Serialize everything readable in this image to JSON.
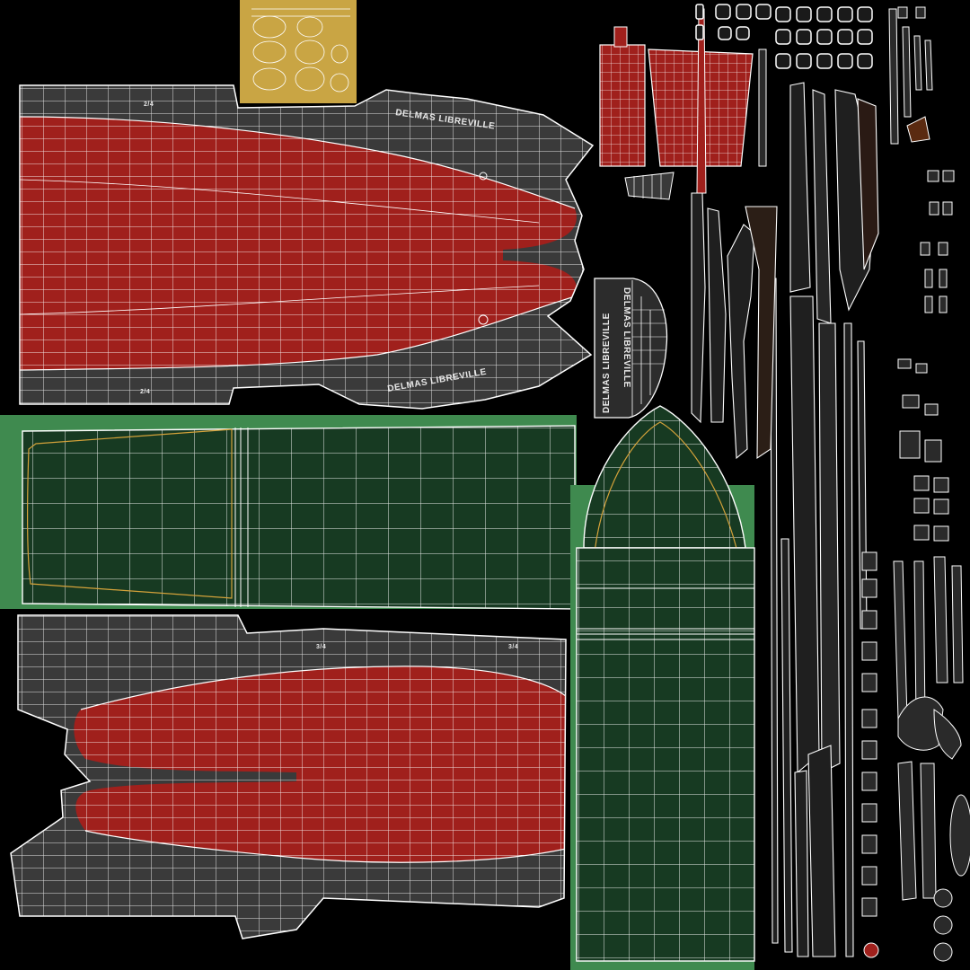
{
  "texture": {
    "hull_name": "DELMAS LIBREVILLE",
    "mark_a": "3/4",
    "mark_b": "2/4",
    "colors": {
      "background": "#000000",
      "antifouling": "#a0201c",
      "topside": "#3a3a3a",
      "deck": "#173a22",
      "deck_border": "#3f8a4f",
      "wire": "#ffffff",
      "rust": "#6b3a1e",
      "gold": "#c9a544"
    }
  }
}
